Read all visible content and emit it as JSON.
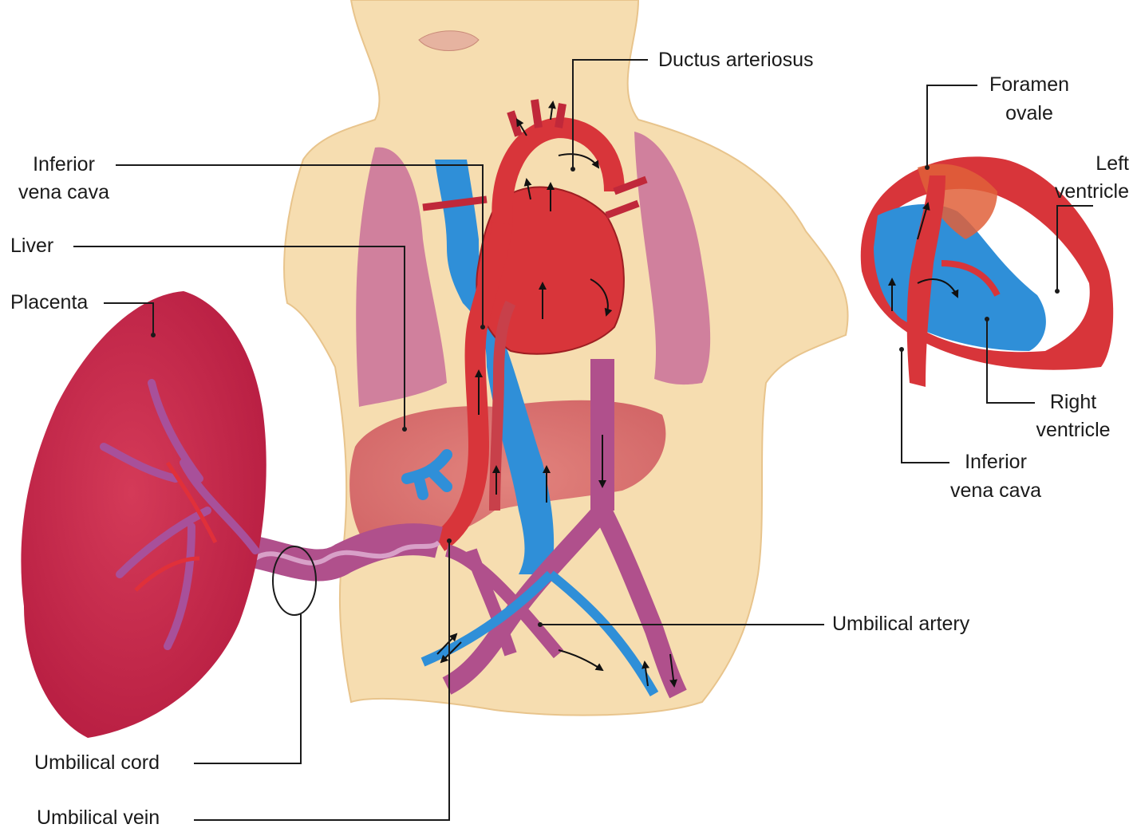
{
  "labels": {
    "ductus_arteriosus": "Ductus arteriosus",
    "inferior_vena_cava_left_1": "Inferior",
    "inferior_vena_cava_left_2": "vena cava",
    "liver": "Liver",
    "placenta": "Placenta",
    "umbilical_cord": "Umbilical cord",
    "umbilical_vein": "Umbilical vein",
    "umbilical_artery": "Umbilical artery",
    "foramen_ovale_1": "Foramen",
    "foramen_ovale_2": "ovale",
    "left_ventricle_1": "Left",
    "left_ventricle_2": "ventricle",
    "right_ventricle_1": "Right",
    "right_ventricle_2": "ventricle",
    "inferior_vena_cava_right_1": "Inferior",
    "inferior_vena_cava_right_2": "vena cava"
  },
  "colors": {
    "skin": "#f6ddb0",
    "skin_edge": "#e8c48c",
    "lung": "#c9709a",
    "vein_blue": "#2f8fd8",
    "artery_red": "#d8353a",
    "mixed_purple": "#b0508c",
    "placenta": "#c8284c",
    "liver": "#d8666a",
    "leader": "#1a1a1a"
  }
}
